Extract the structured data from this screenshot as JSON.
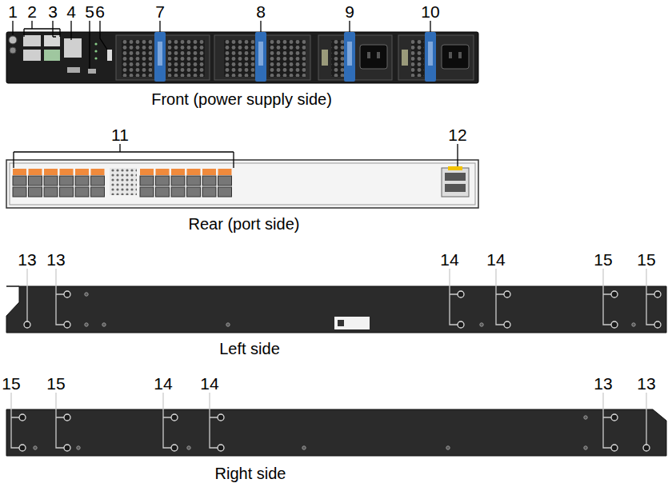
{
  "diagram": {
    "labels": [
      "1",
      "2",
      "3",
      "4",
      "5",
      "6",
      "7",
      "8",
      "9",
      "10",
      "Front (power supply side)",
      "11",
      "12",
      "Rear (port side)",
      "13",
      "13",
      "14",
      "14",
      "15",
      "15",
      "Left side",
      "15",
      "15",
      "14",
      "14",
      "13",
      "13",
      "Right side"
    ]
  }
}
